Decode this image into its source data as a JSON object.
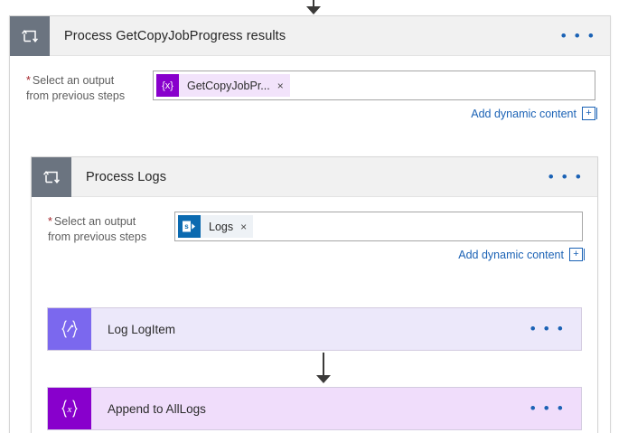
{
  "colors": {
    "scope_header_bg": "#f1f1f1",
    "scope_icon_bg": "#6b7480",
    "link_blue": "#1b62b5",
    "required_red": "#a4262c",
    "variable_purple": "#8800cc",
    "compose_indigo": "#7b68ee",
    "sharepoint_blue": "#0b6ab0",
    "compose_card_bg": "#ece8fa",
    "variable_card_bg": "#f0ddfb",
    "connector_gray": "#3b3a39"
  },
  "connectors": {
    "top_arrow": "down-arrow-icon",
    "middle_arrow": "down-arrow-icon"
  },
  "outer_scope": {
    "icon": "foreach-loop-icon",
    "title": "Process GetCopyJobProgress results",
    "menu_label": "• • •",
    "parameter": {
      "required_marker": "*",
      "label_line1": "Select an output",
      "label_line2": "from previous steps",
      "token": {
        "icon": "variable-braces-icon",
        "icon_glyph": "{x}",
        "text": "GetCopyJobPr...",
        "close_glyph": "×"
      }
    },
    "dynamic_content": {
      "label": "Add dynamic content",
      "plus_glyph": "+"
    }
  },
  "inner_scope": {
    "icon": "foreach-loop-icon",
    "title": "Process Logs",
    "menu_label": "• • •",
    "parameter": {
      "required_marker": "*",
      "label_line1": "Select an output",
      "label_line2": "from previous steps",
      "token": {
        "icon": "sharepoint-icon",
        "icon_glyph": "s",
        "text": "Logs",
        "close_glyph": "×"
      }
    },
    "dynamic_content": {
      "label": "Add dynamic content",
      "plus_glyph": "+"
    },
    "actions": [
      {
        "icon": "compose-braces-icon",
        "icon_glyph": "{⁄}",
        "title": "Log LogItem",
        "menu_label": "• • •"
      },
      {
        "icon": "variable-braces-icon",
        "icon_glyph": "{x}",
        "title": "Append to AllLogs",
        "menu_label": "• • •"
      }
    ]
  }
}
